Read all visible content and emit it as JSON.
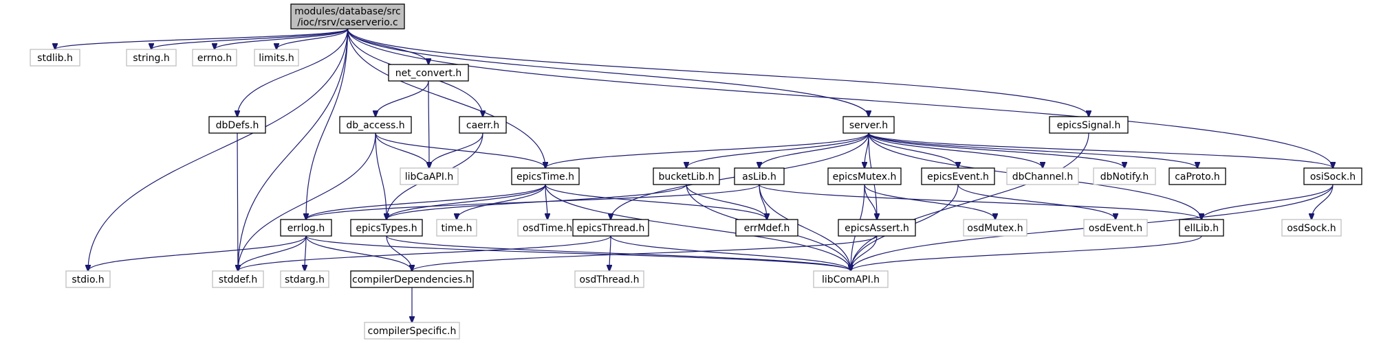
{
  "diagram": {
    "root": [
      "modules/database/src",
      "/ioc/rsrv/caserverio.c"
    ],
    "nodes": {
      "stdlib": "stdlib.h",
      "string": "string.h",
      "errno": "errno.h",
      "limits": "limits.h",
      "net_convert": "net_convert.h",
      "dbDefs": "dbDefs.h",
      "db_access": "db_access.h",
      "caerr": "caerr.h",
      "libCaAPI": "libCaAPI.h",
      "server": "server.h",
      "epicsSignal": "epicsSignal.h",
      "epicsTime": "epicsTime.h",
      "bucketLib": "bucketLib.h",
      "asLib": "asLib.h",
      "epicsMutex": "epicsMutex.h",
      "epicsEvent": "epicsEvent.h",
      "dbChannel": "dbChannel.h",
      "dbNotify": "dbNotify.h",
      "caProto": "caProto.h",
      "osiSock": "osiSock.h",
      "errlog": "errlog.h",
      "epicsTypes": "epicsTypes.h",
      "time": "time.h",
      "osdTime": "osdTime.h",
      "errMdef": "errMdef.h",
      "epicsThread": "epicsThread.h",
      "epicsAssert": "epicsAssert.h",
      "osdMutex": "osdMutex.h",
      "osdEvent": "osdEvent.h",
      "ellLib": "ellLib.h",
      "osdSock": "osdSock.h",
      "stdio": "stdio.h",
      "stddef": "stddef.h",
      "stdarg": "stdarg.h",
      "compilerDependencies": "compilerDependencies.h",
      "libComAPI": "libComAPI.h",
      "osdThread": "osdThread.h",
      "compilerSpecific": "compilerSpecific.h"
    },
    "colors": {
      "edge": "#191970",
      "root_fill": "#bfbfbf",
      "solid_border": "#000000",
      "muted_border": "#bfbfbf"
    }
  }
}
